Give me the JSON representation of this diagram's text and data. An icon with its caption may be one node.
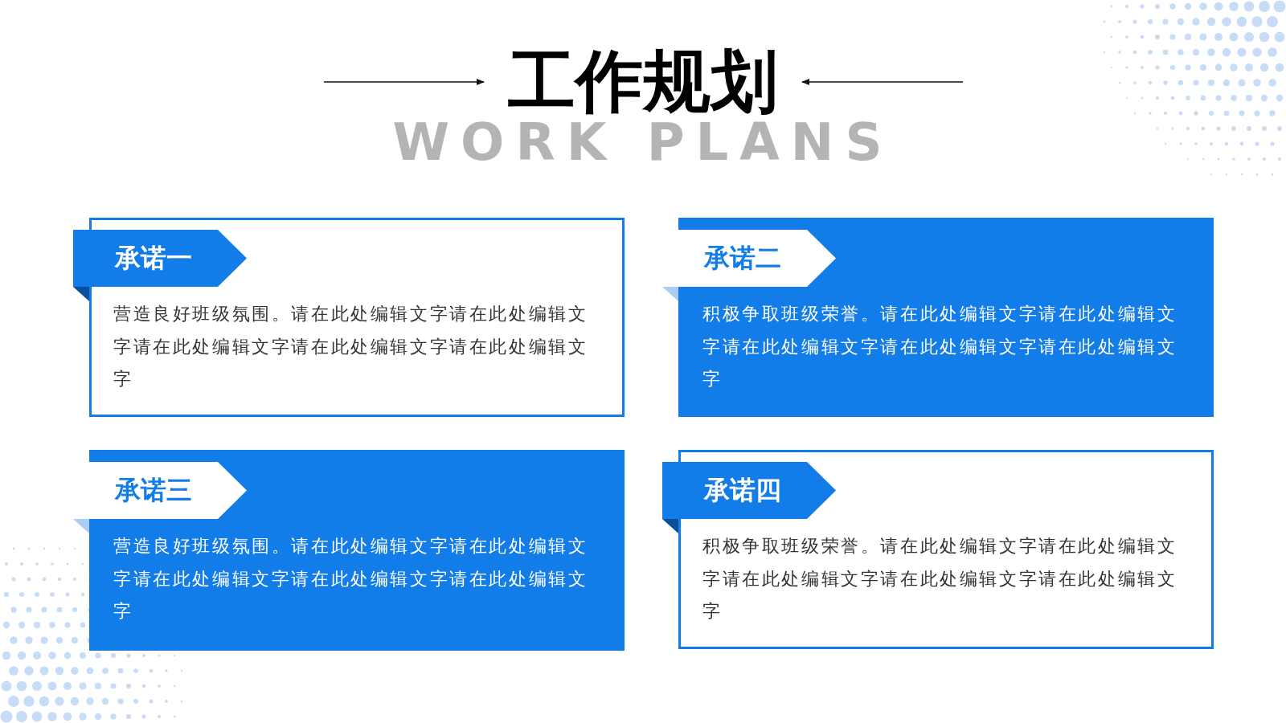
{
  "diagram": {
    "title": "工作规划",
    "nodes": [
      {
        "text": [
          "承诺一",
          "营造良好班级氛围。请在此处编辑文字请在此处编辑文字请在此处编辑文字请在此处编辑文字请在此处编辑文字"
        ]
      },
      {
        "text": [
          "承诺二",
          "积极争取班级荣誉。请在此处编辑文字请在此处编辑文字请在此处编辑文字请在此处编辑文字请在此处编辑文字"
        ]
      },
      {
        "text": [
          "承诺三",
          "营造良好班级氛围。请在此处编辑文字请在此处编辑文字请在此处编辑文字请在此处编辑文字请在此处编辑文字"
        ]
      },
      {
        "text": [
          "承诺四",
          "积极争取班级荣誉。请在此处编辑文字请在此处编辑文字请在此处编辑文字请在此处编辑文字请在此处编辑文字"
        ]
      }
    ],
    "labels": [
      "WORK PLANS"
    ]
  }
}
